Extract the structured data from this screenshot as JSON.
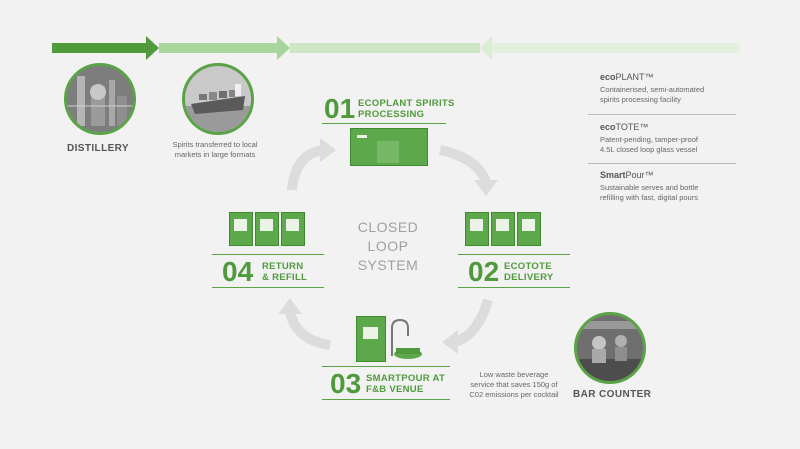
{
  "distillery": {
    "label": "DISTILLERY"
  },
  "transfer": {
    "desc_line1": "Spirits transferred to local",
    "desc_line2": "markets in large formats"
  },
  "center": {
    "line1": "CLOSED",
    "line2": "LOOP",
    "line3": "SYSTEM"
  },
  "steps": [
    {
      "number": "01",
      "title_line1": "ECOPLANT SPIRITS",
      "title_line2": "PROCESSING"
    },
    {
      "number": "02",
      "title_line1": "ECOTOTE",
      "title_line2": "DELIVERY"
    },
    {
      "number": "03",
      "title_line1": "SMARTPOUR AT",
      "title_line2": "F&B VENUE"
    },
    {
      "number": "04",
      "title_line1": "RETURN",
      "title_line2": "& REFILL"
    }
  ],
  "smartpour_desc": {
    "line1": "Low waste beverage",
    "line2": "service that saves 150g of",
    "line3": "C02 emissions per cocktail"
  },
  "bar_counter": {
    "label": "BAR COUNTER"
  },
  "legend": [
    {
      "brand_bold": "eco",
      "brand_rest": "PLANT™",
      "desc_line1": "Containerised, semi-automated",
      "desc_line2": "spirits processing facility"
    },
    {
      "brand_bold": "eco",
      "brand_rest": "TOTE™",
      "desc_line1": "Patent-pending, tamper-proof",
      "desc_line2": "4.5L closed loop glass vessel"
    },
    {
      "brand_bold": "Smart",
      "brand_rest": "Pour™",
      "desc_line1": "Sustainable serves and bottle",
      "desc_line2": "refilling with fast, digital pours"
    }
  ],
  "colors": {
    "green": "#4f9b3c",
    "light_green": "#a9d59b",
    "pale_green": "#dcecd5",
    "grey_arrow": "#dcdcdc"
  }
}
